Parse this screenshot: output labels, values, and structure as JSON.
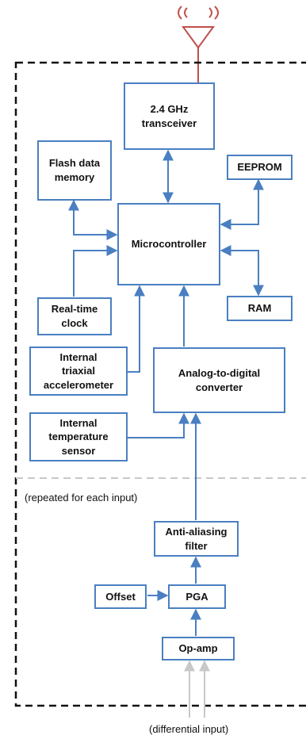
{
  "blocks": {
    "transceiver": "2.4 GHz\ntransceiver",
    "flash": "Flash data\nmemory",
    "eeprom": "EEPROM",
    "microcontroller": "Microcontroller",
    "rtc": "Real-time\nclock",
    "ram": "RAM",
    "accelerometer": "Internal\ntriaxial\naccelerometer",
    "adc": "Analog-to-digital\nconverter",
    "temp_sensor": "Internal\ntemperature\nsensor",
    "antialias": "Anti-aliasing\nfilter",
    "offset": "Offset",
    "pga": "PGA",
    "opamp": "Op-amp"
  },
  "labels": {
    "repeated": "(repeated for each input)",
    "differential": "(differential input)"
  },
  "colors": {
    "block_border": "#4a7fc1",
    "arrow": "#4a7fc1",
    "antenna": "#c0504d",
    "outline": "#111111",
    "separator": "#c8c8c8",
    "input_arrow": "#c8c8c8"
  },
  "icons": {
    "antenna": "antenna-icon"
  }
}
